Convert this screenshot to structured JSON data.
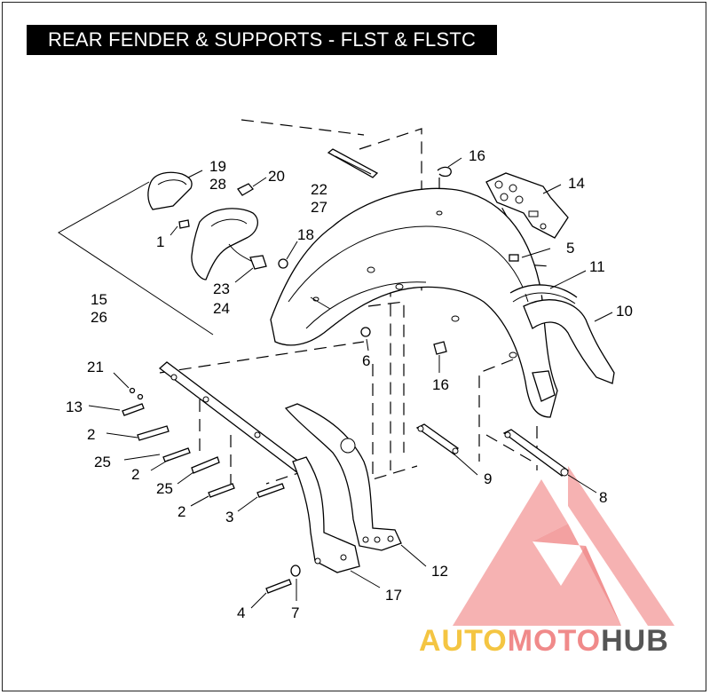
{
  "title": "REAR FENDER & SUPPORTS - FLST & FLSTC",
  "callouts": {
    "c19": "19",
    "c28": "28",
    "c20": "20",
    "c22": "22",
    "c27": "27",
    "c16a": "16",
    "c14": "14",
    "c1": "1",
    "c18": "18",
    "c5": "5",
    "c11": "11",
    "c10": "10",
    "c15": "15",
    "c26": "26",
    "c23": "23",
    "c24": "24",
    "c6": "6",
    "c16b": "16",
    "c21": "21",
    "c13": "13",
    "c2a": "2",
    "c25a": "25",
    "c2b": "2",
    "c25b": "25",
    "c2c": "2",
    "c3": "3",
    "c9": "9",
    "c8": "8",
    "c12": "12",
    "c17": "17",
    "c4": "4",
    "c7": "7"
  },
  "watermark": {
    "part1": "AUTO",
    "part2": "MOTO",
    "part3": "HUB",
    "color_auto": "#f4c542",
    "color_moto": "#f08a8a",
    "color_hub": "#555555"
  }
}
